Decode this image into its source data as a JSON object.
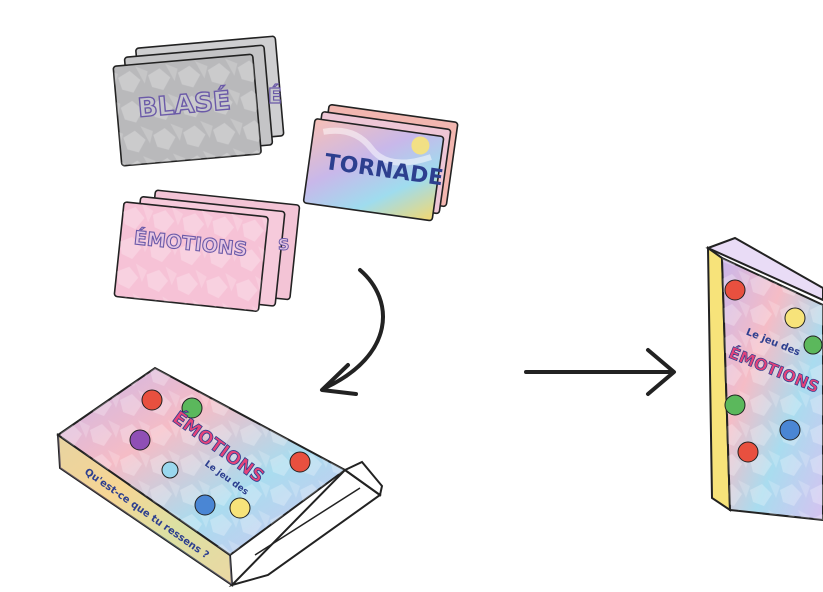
{
  "cards": {
    "blase": {
      "label": "BLASÉ",
      "trail": "É",
      "color": "#b9b9bb"
    },
    "tornade": {
      "label": "TORNADE",
      "color": "#f4b9b4"
    },
    "emotions": {
      "label": "ÉMOTIONS",
      "trail": "S",
      "color": "#f6c2d6"
    }
  },
  "open_box": {
    "title": "ÉMOTIONS",
    "subtitle": "Le jeu des",
    "side_text": "Qu'est-ce que tu ressens ?",
    "palette": [
      "#c7b5e8",
      "#f4b8c2",
      "#9ad7ee",
      "#f7e37a"
    ]
  },
  "closed_box": {
    "subtitle": "Le jeu des",
    "title": "ÉMOTIONS",
    "palette": [
      "#c7b5e8",
      "#f4b8c2",
      "#9ad7ee",
      "#f7e37a"
    ]
  },
  "icons": {
    "curved_arrow": "curved-down-arrow-icon",
    "right_arrow": "right-arrow-icon"
  }
}
